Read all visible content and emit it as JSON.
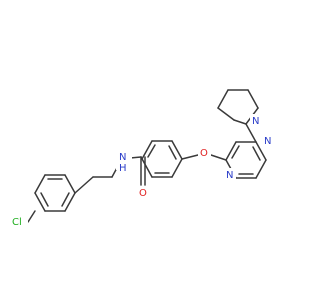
{
  "diagram": {
    "atoms": {
      "cl": {
        "text": "Cl",
        "color": "#1fae1f"
      },
      "nh": {
        "text": "N",
        "h": "H",
        "color": "#2a3cc8"
      },
      "o_carbonyl": {
        "text": "O",
        "color": "#e02020"
      },
      "o_ether": {
        "text": "O",
        "color": "#e02020"
      },
      "n_pz_top": {
        "text": "N",
        "color": "#2a3cc8"
      },
      "n_pz_bot": {
        "text": "N",
        "color": "#2a3cc8"
      },
      "n_pip": {
        "text": "N",
        "color": "#2a3cc8"
      }
    },
    "bond_color": "#3a3a3a"
  }
}
